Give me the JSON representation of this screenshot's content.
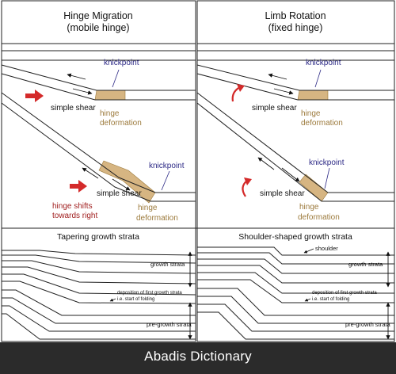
{
  "left_panel": {
    "title_line1": "Hinge Migration",
    "title_line2": "(mobile hinge)",
    "upper": {
      "knickpoint": "knickpoint",
      "simple_shear": "simple shear",
      "hinge_line1": "hinge",
      "hinge_line2": "deformation"
    },
    "lower": {
      "knickpoint": "knickpoint",
      "simple_shear": "simple shear",
      "hinge_line1": "hinge",
      "hinge_line2": "deformation",
      "shift_line1": "hinge shifts",
      "shift_line2": "towards right"
    },
    "strata_title": "Tapering growth strata",
    "growth_strata": "growth strata",
    "deposition_line1": "deposition of first growth strata",
    "deposition_line2": "i.e. start of folding",
    "pre_growth_strata": "pre-growth strata"
  },
  "right_panel": {
    "title_line1": "Limb Rotation",
    "title_line2": "(fixed hinge)",
    "upper": {
      "knickpoint": "knickpoint",
      "simple_shear": "simple shear",
      "hinge_line1": "hinge",
      "hinge_line2": "deformation"
    },
    "lower": {
      "knickpoint": "knickpoint",
      "simple_shear": "simple shear",
      "hinge_line1": "hinge",
      "hinge_line2": "deformation"
    },
    "strata_title": "Shoulder-shaped growth strata",
    "shoulder": "shoulder",
    "growth_strata": "growth strata",
    "deposition_line1": "deposition of first growth strata",
    "deposition_line2": "i.e. start of folding",
    "pre_growth_strata": "pre-growth strata"
  },
  "footer": {
    "text": "Abadis Dictionary"
  },
  "colors": {
    "knickpoint": "#2d2a86",
    "hinge": "#9c7a3c",
    "hinge_fill": "#d6b582",
    "arrow": "#d42a2a",
    "annotation": "#a01e1e",
    "line": "#111111"
  }
}
